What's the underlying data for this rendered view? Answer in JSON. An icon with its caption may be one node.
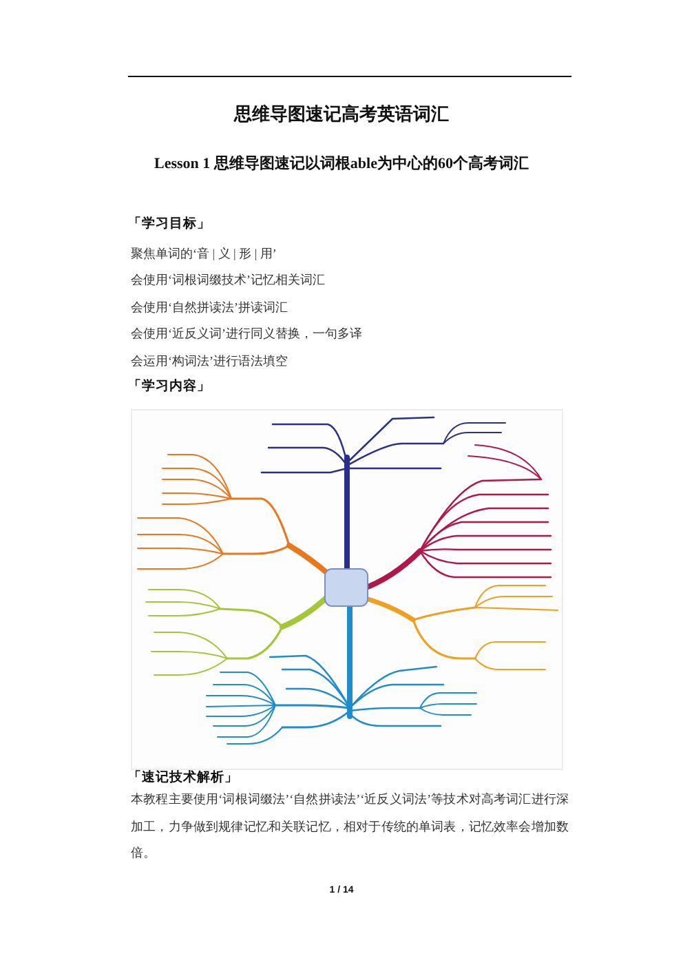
{
  "diagram": {
    "title": "思维导图速记高考英语词汇",
    "labels": [
      "Lesson 1 思维导图速记以词根able为中心的60个高考词汇",
      "「学习目标」",
      "聚焦单词的‘音 | 义 | 形 | 用’",
      "会使用‘词根词缀技术’记忆相关词汇",
      "会使用‘自然拼读法’拼读词汇",
      "会使用‘近反义词’进行同义替换，一句多译",
      "会运用‘构词法’进行语法填空",
      "「学习内容」",
      "「速记技术解析」",
      "本教程主要使用‘词根词缀法’‘自然拼读法’‘近反义词法’等技术对高考词汇进行深加工，力争做到规律记忆和关联记忆，相对于传统的单词表，记忆效率会增加数倍。",
      "1 / 14"
    ]
  }
}
